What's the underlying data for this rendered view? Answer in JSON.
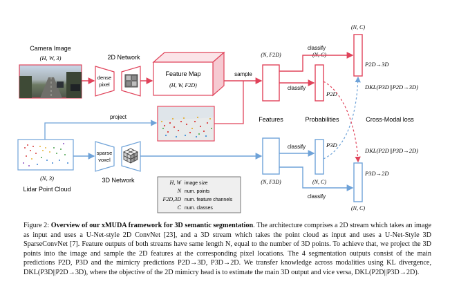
{
  "figure": {
    "camera_label": "Camera Image",
    "camera_dims": "(H, W, 3)",
    "net2d_label": "2D Network",
    "dense_pixel_line1": "dense",
    "dense_pixel_line2": "pixel",
    "feature_map_label": "Feature Map",
    "feature_map_dims": "(H, W, F2D)",
    "sample_label": "sample",
    "project_label": "project",
    "lidar_label": "Lidar Point Cloud",
    "lidar_dims": "(N, 3)",
    "net3d_label": "3D Network",
    "sparse_voxel_line1": "sparse",
    "sparse_voxel_line2": "voxel",
    "feat2d_dims": "(N, F2D)",
    "feat3d_dims": "(N, F3D)",
    "prob_dims_top": "(N, C)",
    "prob_dims_bottom": "(N, C)",
    "mimic_dims_top": "(N, C)",
    "mimic_dims_bottom": "(N, C)",
    "classify_labels": [
      "classify",
      "classify",
      "classify",
      "classify"
    ],
    "features_header": "Features",
    "probabilities_header": "Probabilities",
    "crossmodal_header": "Cross-Modal loss",
    "p2d": "P2D",
    "p3d": "P3D",
    "p2d3d": "P2D→3D",
    "p3d2d": "P3D→2D",
    "kl_top": "DKL(P3D||P2D→3D)",
    "kl_bottom": "DKL(P2D||P3D→2D)",
    "legend": [
      {
        "symbol": "H, W",
        "desc": "image size"
      },
      {
        "symbol": "N",
        "desc": "num. points"
      },
      {
        "symbol": "F2D,3D",
        "desc": "num. feature channels"
      },
      {
        "symbol": "C",
        "desc": "num. classes"
      }
    ],
    "colors": {
      "stream2d": "#e0435a",
      "stream3d": "#6ea2d8",
      "gray": "#555555"
    }
  },
  "caption": {
    "prefix": "Figure 2: ",
    "title": "Overview of our xMUDA framework for 3D semantic segmentation",
    "body": ". The architecture comprises a 2D stream which takes an image as input and uses a U-Net-style 2D ConvNet [23], and a 3D stream which takes the point cloud as input and uses a U-Net-Style 3D SparseConvNet [7]. Feature outputs of both streams have same length N, equal to the number of 3D points. To achieve that, we project the 3D points into the image and sample the 2D features at the corresponding pixel locations. The 4 segmentation outputs consist of the main predictions P2D, P3D and the mimicry predictions P2D→3D, P3D→2D. We transfer knowledge across modalities using KL divergence, DKL(P3D||P2D→3D), where the objective of the 2D mimicry head is to estimate the main 3D output and vice versa, DKL(P2D||P3D→2D)."
  }
}
